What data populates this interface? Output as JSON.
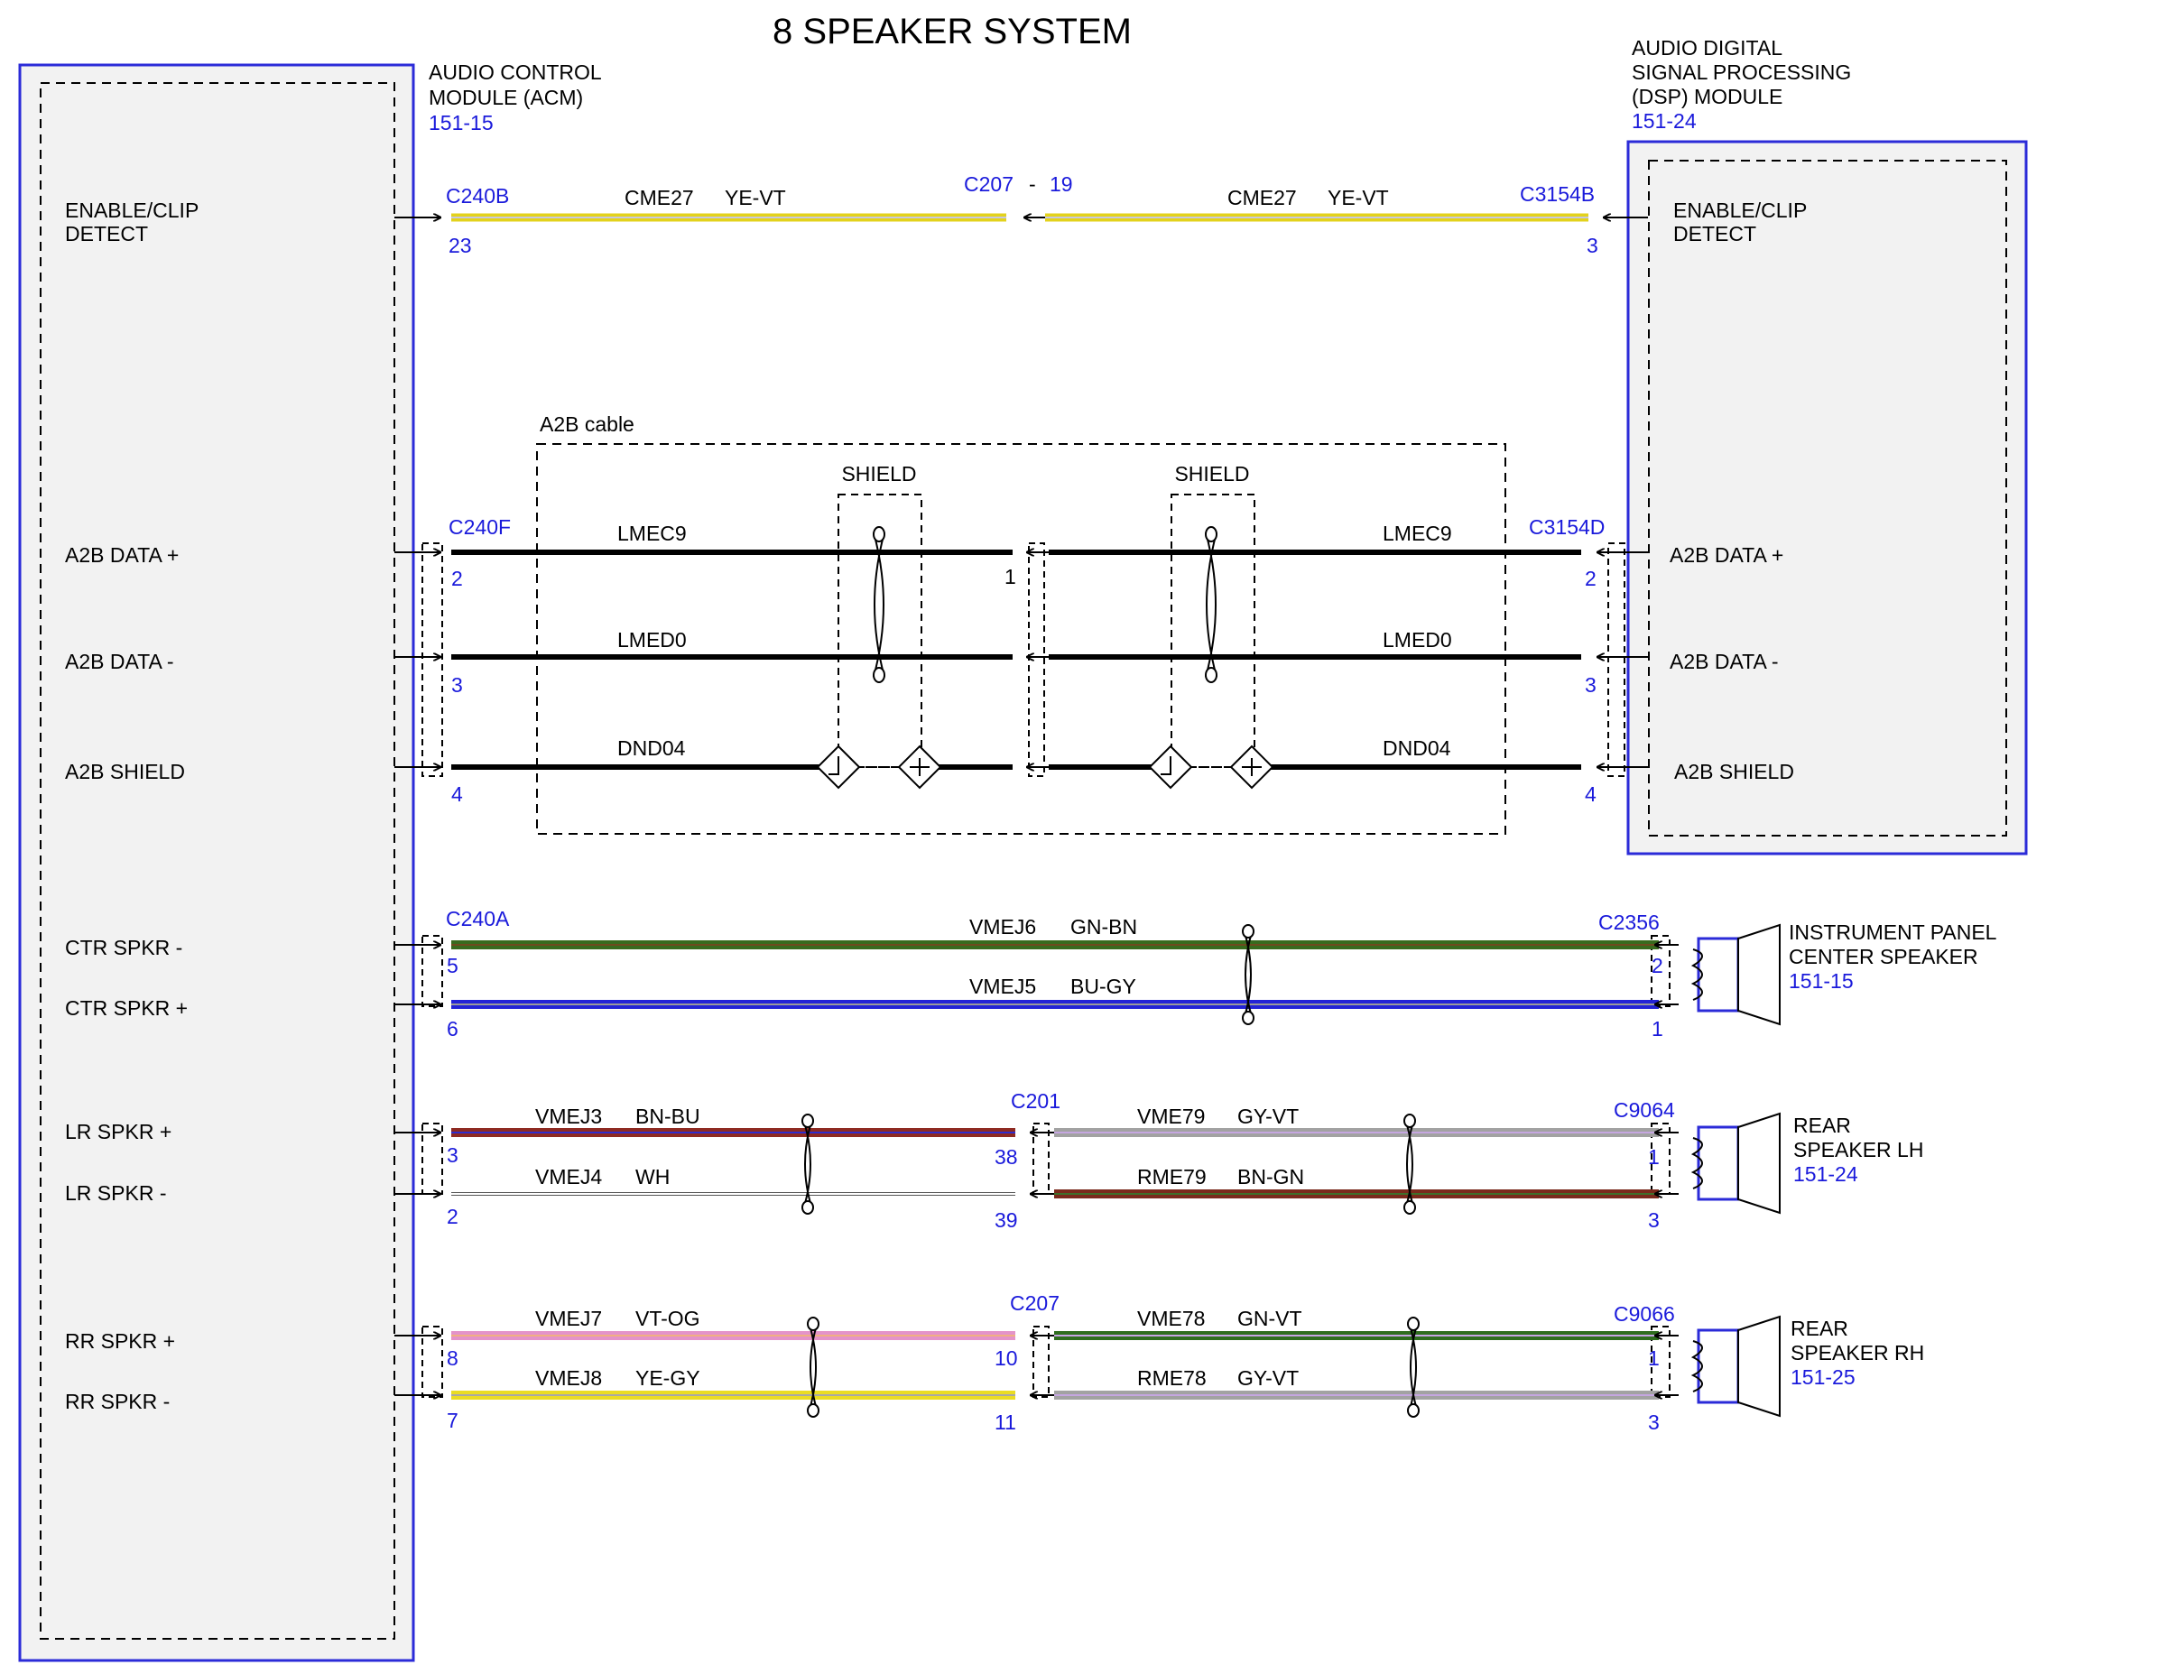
{
  "title": "8 SPEAKER SYSTEM",
  "colors": {
    "module_border": "#2b2bd8",
    "ref_blue": "#1a1adb",
    "box_fill": "#f2f2f2",
    "YE-VT": [
      "#e3d21c",
      "#c9c9e0"
    ],
    "GN-BN": [
      "#386a1e",
      "#6e4a1e"
    ],
    "BU-GY": [
      "#2323d6",
      "#9a9a9a"
    ],
    "BN-BU": [
      "#8e2a22",
      "#2d2dd0"
    ],
    "WH": [
      "#ffffff",
      "#c8c8c8"
    ],
    "GY-VT": [
      "#a2a2a2",
      "#c5a6e0"
    ],
    "BN-GN": [
      "#7a2a1c",
      "#3f6f2a"
    ],
    "VT-OG": [
      "#e493c9",
      "#f0b080"
    ],
    "YE-GY": [
      "#eadc24",
      "#a8a8a8"
    ],
    "GN-VT": [
      "#2f6d1f",
      "#c7a6e3"
    ]
  },
  "modules": {
    "acm": {
      "name_lines": [
        "AUDIO CONTROL",
        "MODULE (ACM)"
      ],
      "ref": "151-15",
      "pins": [
        {
          "lines": [
            "ENABLE/CLIP",
            "DETECT"
          ]
        },
        {
          "lines": [
            "A2B DATA +"
          ]
        },
        {
          "lines": [
            "A2B DATA -"
          ]
        },
        {
          "lines": [
            "A2B SHIELD"
          ]
        },
        {
          "lines": [
            "CTR SPKR -"
          ]
        },
        {
          "lines": [
            "CTR SPKR +"
          ]
        },
        {
          "lines": [
            "LR SPKR +"
          ]
        },
        {
          "lines": [
            "LR SPKR -"
          ]
        },
        {
          "lines": [
            "RR SPKR +"
          ]
        },
        {
          "lines": [
            "RR SPKR -"
          ]
        }
      ]
    },
    "dsp": {
      "name_lines": [
        "AUDIO DIGITAL",
        "SIGNAL PROCESSING",
        "(DSP) MODULE"
      ],
      "ref": "151-24",
      "pins": [
        {
          "lines": [
            "ENABLE/CLIP",
            "DETECT"
          ]
        },
        {
          "lines": [
            "A2B DATA +"
          ]
        },
        {
          "lines": [
            "A2B DATA -"
          ]
        },
        {
          "lines": [
            "A2B SHIELD"
          ]
        }
      ]
    }
  },
  "cable": {
    "label": "A2B cable",
    "shield_label": "SHIELD"
  },
  "speakers": [
    {
      "lines": [
        "INSTRUMENT PANEL",
        "CENTER SPEAKER"
      ],
      "ref": "151-15"
    },
    {
      "lines": [
        "REAR",
        "SPEAKER LH"
      ],
      "ref": "151-24"
    },
    {
      "lines": [
        "REAR",
        "SPEAKER RH"
      ],
      "ref": "151-25"
    }
  ],
  "connectors": {
    "C240B": "C240B",
    "C207_main": "C207",
    "C207_dash": "-",
    "C207_pin": "19",
    "C3154B": "C3154B",
    "C240F": "C240F",
    "C3154D": "C3154D",
    "C240A": "C240A",
    "C2356": "C2356",
    "C201": "C201",
    "C9064": "C9064",
    "C207_rr": "C207",
    "C9066": "C9066"
  },
  "pins": {
    "enable_acm": "23",
    "enable_dsp": "3",
    "a2bp_acm": "2",
    "a2bp_mid": "1",
    "a2bp_dsp": "2",
    "a2bm_acm": "3",
    "a2bm_dsp": "3",
    "shield_acm": "4",
    "shield_dsp": "4",
    "ctrm_acm": "5",
    "ctrm_spk": "2",
    "ctrp_acm": "6",
    "ctrp_spk": "1",
    "lrp_acm": "3",
    "lrp_c201": "38",
    "lrp_spk": "1",
    "lrm_acm": "2",
    "lrm_c201": "39",
    "lrm_spk": "3",
    "rrp_acm": "8",
    "rrp_c207": "10",
    "rrp_spk": "1",
    "rrm_acm": "7",
    "rrm_c207": "11",
    "rrm_spk": "3"
  },
  "wires": {
    "enable_l": {
      "circuit": "CME27",
      "color": "YE-VT"
    },
    "enable_r": {
      "circuit": "CME27",
      "color": "YE-VT"
    },
    "a2bp_l": {
      "circuit": "LMEC9"
    },
    "a2bp_r": {
      "circuit": "LMEC9"
    },
    "a2bm_l": {
      "circuit": "LMED0"
    },
    "a2bm_r": {
      "circuit": "LMED0"
    },
    "shield_l": {
      "circuit": "DND04"
    },
    "shield_r": {
      "circuit": "DND04"
    },
    "ctrm": {
      "circuit": "VMEJ6",
      "color": "GN-BN"
    },
    "ctrp": {
      "circuit": "VMEJ5",
      "color": "BU-GY"
    },
    "lrp_l": {
      "circuit": "VMEJ3",
      "color": "BN-BU"
    },
    "lrp_r": {
      "circuit": "VME79",
      "color": "GY-VT"
    },
    "lrm_l": {
      "circuit": "VMEJ4",
      "color": "WH"
    },
    "lrm_r": {
      "circuit": "RME79",
      "color": "BN-GN"
    },
    "rrp_l": {
      "circuit": "VMEJ7",
      "color": "VT-OG"
    },
    "rrp_r": {
      "circuit": "VME78",
      "color": "GN-VT"
    },
    "rrm_l": {
      "circuit": "VMEJ8",
      "color": "YE-GY"
    },
    "rrm_r": {
      "circuit": "RME78",
      "color": "GY-VT"
    }
  }
}
